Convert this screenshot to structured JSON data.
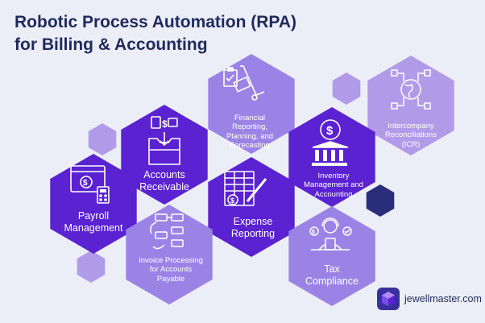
{
  "title": {
    "line1": "Robotic Process Automation (RPA)",
    "line2": "for Billing & Accounting"
  },
  "hexes": {
    "financial_reporting": "Financial Reporting, Planning, and Forecasting",
    "intercompany": "Intercompany Reconciliations (ICR)",
    "accounts_receivable": "Accounts Receivable",
    "inventory": "Inventory Management and Accounting",
    "payroll": "Payroll Management",
    "expense": "Expense Reporting",
    "invoice": "Invoice Processing for Accounts Payable",
    "tax": "Tax Compliance"
  },
  "icons": {
    "financial_reporting": "clipboard-hand-truck-icon",
    "intercompany": "globe-network-icon",
    "accounts_receivable": "money-box-icon",
    "inventory": "bank-dollar-icon",
    "payroll": "browser-calculator-icon",
    "expense": "spreadsheet-pen-icon",
    "invoice": "process-flow-icon",
    "tax": "accountant-icon"
  },
  "brand": {
    "name": "jewellmaster.com"
  },
  "colors": {
    "background": "#eceef7",
    "title": "#1f2a5c",
    "dark_purple": "#5a22d1",
    "light_purple": "#9b83e6",
    "pale_purple": "#b19be9",
    "navy": "#2a2d7a"
  }
}
